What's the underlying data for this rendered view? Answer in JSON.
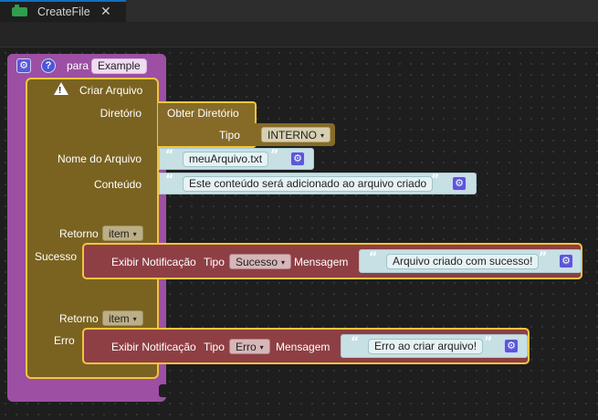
{
  "tab": {
    "title": "CreateFile",
    "close": "✕"
  },
  "procedure": {
    "keyword": "para",
    "name": "Example"
  },
  "createFile": {
    "title": "Criar Arquivo",
    "dirLabel": "Diretório",
    "fileNameLabel": "Nome do Arquivo",
    "contentLabel": "Conteúdo",
    "returnLabel1": "Retorno",
    "return1Var": "item",
    "successLabel": "Sucesso",
    "returnLabel2": "Retorno",
    "return2Var": "item",
    "errorLabel": "Erro"
  },
  "getDir": {
    "title": "Obter Diretório",
    "typeLabel": "Tipo",
    "typeValue": "INTERNO"
  },
  "fileName": {
    "value": "meuArquivo.txt"
  },
  "content": {
    "value": "Este conteúdo será adicionado ao arquivo criado"
  },
  "notifySuccess": {
    "label": "Exibir Notificação",
    "typeLabel": "Tipo",
    "typeValue": "Sucesso",
    "messageLabel": "Mensagem",
    "message": "Arquivo criado com sucesso!"
  },
  "notifyError": {
    "label": "Exibir Notificação",
    "typeLabel": "Tipo",
    "typeValue": "Erro",
    "messageLabel": "Mensagem",
    "message": "Erro ao criar arquivo!"
  },
  "colors": {
    "procedure": "#9c4fa3",
    "createFile": "#7a6321",
    "getDir": "#866b28",
    "textBlock": "#c7e0e4",
    "notify": "#8e3f44",
    "highlight": "#f3c53c",
    "gear": "#5a58d6"
  },
  "icons": {
    "quoteOpen": "“",
    "quoteClose": "”",
    "dropdown": "▾"
  }
}
